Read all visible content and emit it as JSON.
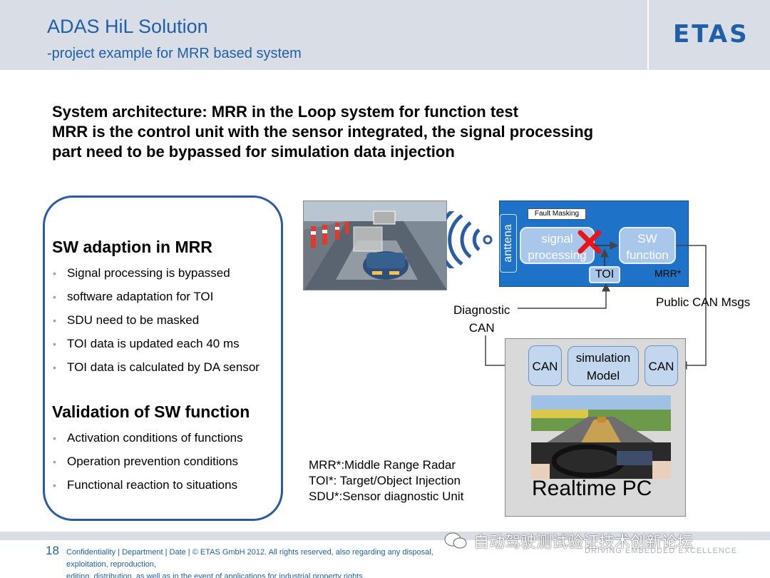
{
  "header": {
    "title": "ADAS HiL Solution",
    "subtitle": "-project example for MRR based system",
    "logo": "ETAS"
  },
  "heading": {
    "line1": "System architecture: MRR in the Loop system for function test",
    "line2": "MRR is the control unit with the sensor integrated, the signal processing",
    "line3": "part need to be bypassed for simulation data injection"
  },
  "left_panel": {
    "section1_title": "SW adaption in MRR",
    "section1_items": [
      "Signal processing is bypassed",
      "software adaptation for TOI",
      "SDU need to be masked",
      "TOI data is updated each 40 ms",
      "TOI data is calculated by DA sensor"
    ],
    "section2_title": "Validation of SW function",
    "section2_items": [
      "Activation conditions of functions",
      "Operation prevention conditions",
      "Functional reaction to situations"
    ]
  },
  "diagram": {
    "antenna": "anttena",
    "fault_masking": "Fault Masking",
    "signal_processing_1": "signal",
    "signal_processing_2": "processing",
    "sw_function_1": "SW",
    "sw_function_2": "function",
    "toi": "TOI",
    "mrr": "MRR*",
    "diagnostic_can_1": "Diagnostic",
    "diagnostic_can_2": "CAN",
    "public_can": "Public CAN Msgs",
    "can_left": "CAN",
    "simulation_model_1": "simulation",
    "simulation_model_2": "Model",
    "can_right": "CAN",
    "realtime_pc": "Realtime PC"
  },
  "notes": [
    "MRR*:Middle Range Radar",
    "TOI*: Target/Object Injection",
    "SDU*:Sensor diagnostic Unit"
  ],
  "footer": {
    "page_number": "18",
    "confidentiality_1": "Confidentiality | Department | Date | © ETAS GmbH 2012. All rights reserved, also regarding any disposal, exploitation, reproduction,",
    "confidentiality_2": "editing, distribution, as well as in the event of applications for industrial property rights.",
    "tagline": "DRIVING EMBEDDED EXCELLENCE",
    "watermark": "自动驾驶测试验证技术创新论坛"
  },
  "colors": {
    "brand_blue": "#1f5fa8",
    "mrr_box": "#1e73c8",
    "stop_cross": "#e8151b"
  }
}
